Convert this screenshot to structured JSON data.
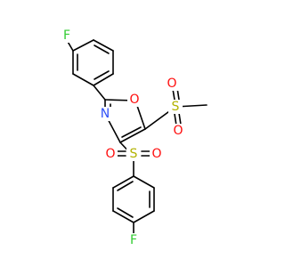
{
  "colors": {
    "bond": "#000000",
    "F": "#33cc33",
    "O": "#ff0d0d",
    "N": "#3050f8",
    "S": "#b2b200",
    "background": "#ffffff"
  },
  "atoms": {
    "f_top": "F",
    "o_ring": "O",
    "n_ring": "N",
    "s_methyl": "S",
    "o_s1a": "O",
    "o_s1b": "O",
    "s_aryl": "S",
    "o_s2a": "O",
    "o_s2b": "O",
    "f_bottom": "F"
  }
}
